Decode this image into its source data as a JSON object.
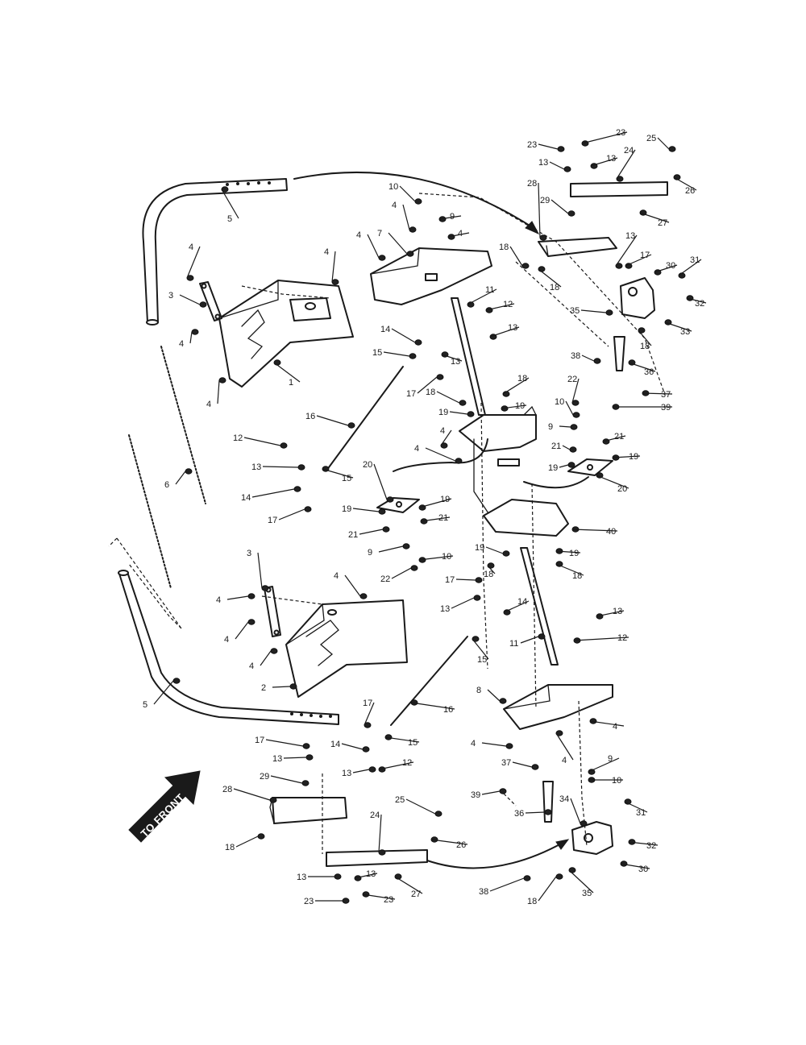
{
  "diagram": {
    "direction_label": "TO FRONT",
    "callouts": [
      {
        "id": "c23a",
        "label": "23"
      },
      {
        "id": "c23b",
        "label": "23"
      },
      {
        "id": "c25a",
        "label": "25"
      },
      {
        "id": "c13a",
        "label": "13"
      },
      {
        "id": "c13b",
        "label": "13"
      },
      {
        "id": "c24a",
        "label": "24"
      },
      {
        "id": "c26a",
        "label": "26"
      },
      {
        "id": "c27a",
        "label": "27"
      },
      {
        "id": "c28a",
        "label": "28"
      },
      {
        "id": "c29a",
        "label": "29"
      },
      {
        "id": "c10a",
        "label": "10"
      },
      {
        "id": "c9a",
        "label": "9"
      },
      {
        "id": "c4a",
        "label": "4"
      },
      {
        "id": "c4b",
        "label": "4"
      },
      {
        "id": "c4c",
        "label": "4"
      },
      {
        "id": "c7a",
        "label": "7"
      },
      {
        "id": "c5a",
        "label": "5"
      },
      {
        "id": "c4d",
        "label": "4"
      },
      {
        "id": "c4e",
        "label": "4"
      },
      {
        "id": "c3a",
        "label": "3"
      },
      {
        "id": "c4f",
        "label": "4"
      },
      {
        "id": "c4g",
        "label": "4"
      },
      {
        "id": "c1a",
        "label": "1"
      },
      {
        "id": "c16a",
        "label": "16"
      },
      {
        "id": "c13c",
        "label": "13"
      },
      {
        "id": "c17a",
        "label": "17"
      },
      {
        "id": "c18a",
        "label": "18"
      },
      {
        "id": "c30a",
        "label": "30"
      },
      {
        "id": "c31a",
        "label": "31"
      },
      {
        "id": "c32a",
        "label": "32"
      },
      {
        "id": "c33a",
        "label": "33"
      },
      {
        "id": "c35a",
        "label": "35"
      },
      {
        "id": "c18b",
        "label": "18"
      },
      {
        "id": "c18c",
        "label": "18"
      },
      {
        "id": "c11a",
        "label": "11"
      },
      {
        "id": "c12a",
        "label": "12"
      },
      {
        "id": "c13d",
        "label": "13"
      },
      {
        "id": "c14a",
        "label": "14"
      },
      {
        "id": "c15a",
        "label": "15"
      },
      {
        "id": "c13e",
        "label": "13"
      },
      {
        "id": "c17b",
        "label": "17"
      },
      {
        "id": "c18d",
        "label": "18"
      },
      {
        "id": "c18e",
        "label": "18"
      },
      {
        "id": "c19a",
        "label": "19"
      },
      {
        "id": "c19b",
        "label": "19"
      },
      {
        "id": "c38a",
        "label": "38"
      },
      {
        "id": "c36a",
        "label": "36"
      },
      {
        "id": "c37a",
        "label": "37"
      },
      {
        "id": "c39a",
        "label": "39"
      },
      {
        "id": "c22a",
        "label": "22"
      },
      {
        "id": "c10b",
        "label": "10"
      },
      {
        "id": "c9b",
        "label": "9"
      },
      {
        "id": "c21a",
        "label": "21"
      },
      {
        "id": "c21b",
        "label": "21"
      },
      {
        "id": "c19c",
        "label": "19"
      },
      {
        "id": "c19d",
        "label": "19"
      },
      {
        "id": "c20a",
        "label": "20"
      },
      {
        "id": "c12b",
        "label": "12"
      },
      {
        "id": "c13f",
        "label": "13"
      },
      {
        "id": "c15b",
        "label": "15"
      },
      {
        "id": "c14b",
        "label": "14"
      },
      {
        "id": "c17c",
        "label": "17"
      },
      {
        "id": "c6a",
        "label": "6"
      },
      {
        "id": "c4h",
        "label": "4"
      },
      {
        "id": "c4i",
        "label": "4"
      },
      {
        "id": "c20b",
        "label": "20"
      },
      {
        "id": "c19e",
        "label": "19"
      },
      {
        "id": "c19f",
        "label": "19"
      },
      {
        "id": "c21c",
        "label": "21"
      },
      {
        "id": "c21d",
        "label": "21"
      },
      {
        "id": "c9c",
        "label": "9"
      },
      {
        "id": "c10c",
        "label": "10"
      },
      {
        "id": "c22b",
        "label": "22"
      },
      {
        "id": "c40a",
        "label": "40"
      },
      {
        "id": "c19g",
        "label": "19"
      },
      {
        "id": "c19h",
        "label": "19"
      },
      {
        "id": "c18f",
        "label": "18"
      },
      {
        "id": "c18g",
        "label": "18"
      },
      {
        "id": "c17d",
        "label": "17"
      },
      {
        "id": "c13g",
        "label": "13"
      },
      {
        "id": "c14c",
        "label": "14"
      },
      {
        "id": "c13h",
        "label": "13"
      },
      {
        "id": "c12c",
        "label": "12"
      },
      {
        "id": "c11b",
        "label": "11"
      },
      {
        "id": "c15c",
        "label": "15"
      },
      {
        "id": "c3b",
        "label": "3"
      },
      {
        "id": "c4j",
        "label": "4"
      },
      {
        "id": "c4k",
        "label": "4"
      },
      {
        "id": "c4l",
        "label": "4"
      },
      {
        "id": "c4m",
        "label": "4"
      },
      {
        "id": "c2a",
        "label": "2"
      },
      {
        "id": "c5b",
        "label": "5"
      },
      {
        "id": "c8a",
        "label": "8"
      },
      {
        "id": "c4n",
        "label": "4"
      },
      {
        "id": "c4o",
        "label": "4"
      },
      {
        "id": "c4p",
        "label": "4"
      },
      {
        "id": "c16b",
        "label": "16"
      },
      {
        "id": "c17e",
        "label": "17"
      },
      {
        "id": "c17f",
        "label": "17"
      },
      {
        "id": "c15d",
        "label": "15"
      },
      {
        "id": "c14d",
        "label": "14"
      },
      {
        "id": "c13i",
        "label": "13"
      },
      {
        "id": "c13j",
        "label": "13"
      },
      {
        "id": "c12d",
        "label": "12"
      },
      {
        "id": "c29b",
        "label": "29"
      },
      {
        "id": "c28b",
        "label": "28"
      },
      {
        "id": "c18h",
        "label": "18"
      },
      {
        "id": "c37b",
        "label": "37"
      },
      {
        "id": "c9d",
        "label": "9"
      },
      {
        "id": "c10d",
        "label": "10"
      },
      {
        "id": "c39b",
        "label": "39"
      },
      {
        "id": "c36b",
        "label": "36"
      },
      {
        "id": "c34a",
        "label": "34"
      },
      {
        "id": "c31b",
        "label": "31"
      },
      {
        "id": "c32b",
        "label": "32"
      },
      {
        "id": "c30b",
        "label": "30"
      },
      {
        "id": "c25b",
        "label": "25"
      },
      {
        "id": "c24b",
        "label": "24"
      },
      {
        "id": "c26b",
        "label": "26"
      },
      {
        "id": "c13k",
        "label": "13"
      },
      {
        "id": "c13l",
        "label": "13"
      },
      {
        "id": "c27b",
        "label": "27"
      },
      {
        "id": "c23c",
        "label": "23"
      },
      {
        "id": "c23d",
        "label": "23"
      },
      {
        "id": "c38b",
        "label": "38"
      },
      {
        "id": "c18i",
        "label": "18"
      },
      {
        "id": "c35b",
        "label": "35"
      }
    ]
  }
}
